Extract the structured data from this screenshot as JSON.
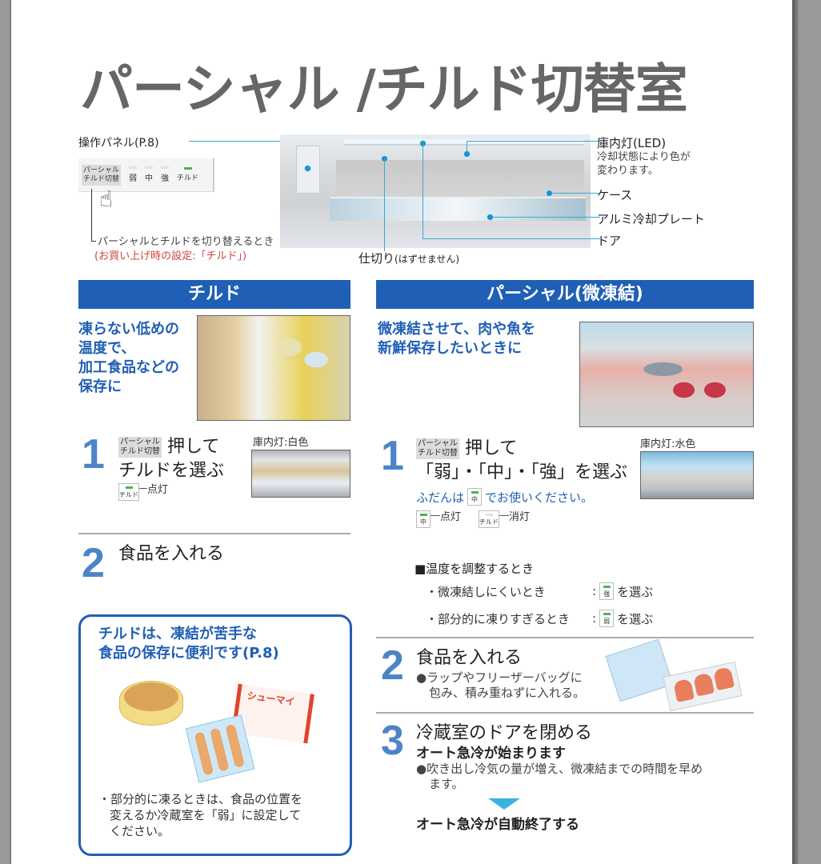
{
  "title": "パーシャル /チルド切替室",
  "diagram": {
    "panel_label": "操作パネル",
    "panel_ref": "(P.8)",
    "panel_buttons": {
      "main_line1": "パーシャル",
      "main_line2": "チルド切替",
      "weak": "弱",
      "mid": "中",
      "strong": "強",
      "chilled": "チルド"
    },
    "switch_note": "パーシャルとチルドを切り替えるとき",
    "default_note": "(お買い上げ時の設定:「チルド」)",
    "callouts": {
      "led": "庫内灯(LED)",
      "led_sub1": "冷却状態により色が",
      "led_sub2": "変わります。",
      "case": "ケース",
      "plate": "アルミ冷却プレート",
      "door": "ドア",
      "divider": "仕切り",
      "divider_sub": "(はずせません)"
    },
    "accent_color": "#3aa7d6"
  },
  "chilled": {
    "header": "チルド",
    "lead_lines": [
      "凍らない低めの",
      "温度で、",
      "加工食品などの",
      "保存に"
    ],
    "step1": {
      "num": "1",
      "chip_line1": "パーシャル",
      "chip_line2": "チルド切替",
      "title_a": "押して",
      "title_b": "チルドを選ぶ",
      "icon_label": "チルド",
      "lit_label": "点灯",
      "lamp_label": "庫内灯:白色"
    },
    "step2": {
      "num": "2",
      "title": "食品を入れる"
    },
    "tip": {
      "title_line1": "チルドは、凍結が苦手な",
      "title_line2": "食品の保存に便利です(P.8)",
      "illustration_labels": [
        "cheese",
        "シューマイ",
        "spring-rolls"
      ],
      "note_line1": "・部分的に凍るときは、食品の位置を",
      "note_line2": "変えるか冷蔵室を「弱」に設定して",
      "note_line3": "ください。"
    }
  },
  "partial": {
    "header": "パーシャル(微凍結)",
    "lead_lines": [
      "微凍結させて、肉や魚を",
      "新鮮保存したいときに"
    ],
    "step1": {
      "num": "1",
      "chip_line1": "パーシャル",
      "chip_line2": "チルド切替",
      "title_a": "押して",
      "title_b": "「弱」・「中」・「強」を選ぶ",
      "usual_pre": "ふだんは",
      "usual_icon": "中",
      "usual_post": "でお使いください。",
      "lit_icon": "中",
      "lit_label": "点灯",
      "off_icon": "チルド",
      "off_label": "消灯",
      "lamp_label": "庫内灯:水色"
    },
    "adjust": {
      "heading": "■温度を調整するとき",
      "items": [
        {
          "text": "・微凍結しにくいとき",
          "icon": "強",
          "action": "を選ぶ"
        },
        {
          "text": "・部分的に凍りすぎるとき",
          "icon": "弱",
          "action": "を選ぶ"
        }
      ]
    },
    "step2": {
      "num": "2",
      "title": "食品を入れる",
      "bullet_line1": "●ラップやフリーザーバッグに",
      "bullet_line2": "包み、積み重ねずに入れる。"
    },
    "step3": {
      "num": "3",
      "title": "冷蔵室のドアを閉める",
      "subtitle": "オート急冷が始まります",
      "bullet_line1": "●吹き出し冷気の量が増え、微凍結までの時間を早め",
      "bullet_line2": "ます。",
      "result": "オート急冷が自動終了する"
    }
  },
  "colors": {
    "header_blue": "#1f5fb5",
    "step_number": "#4d84c8",
    "led_green": "#4ab45a",
    "red_note": "#d0453e"
  }
}
